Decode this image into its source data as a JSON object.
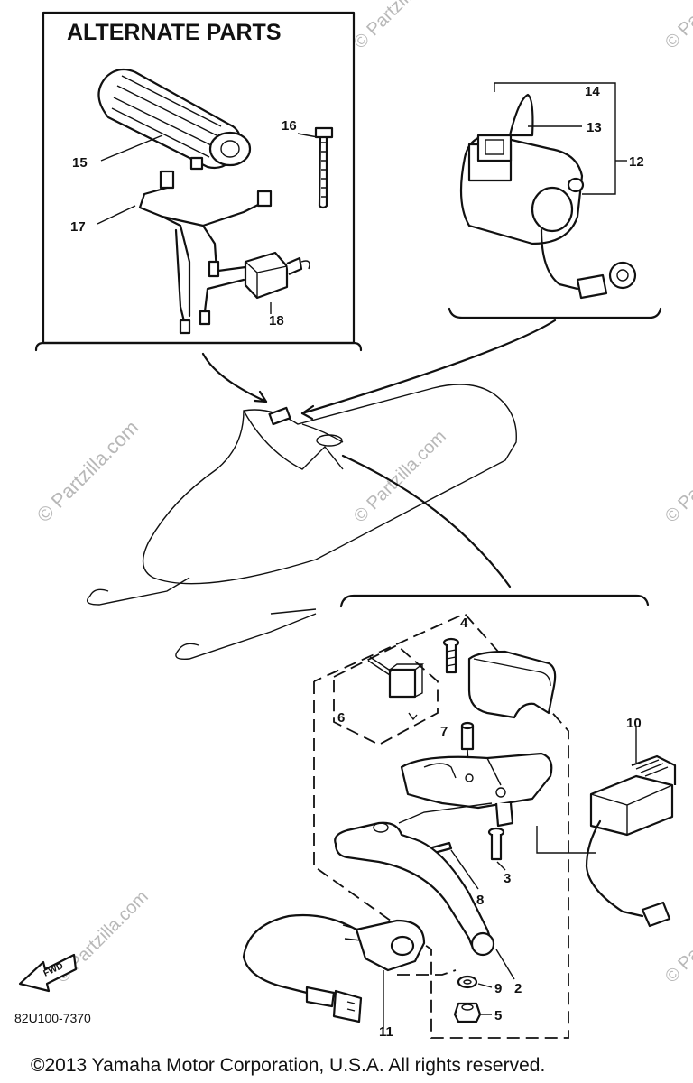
{
  "diagram": {
    "header": "ALTERNATE PARTS",
    "part_labels": {
      "p2": "2",
      "p3": "3",
      "p4": "4",
      "p5": "5",
      "p6": "6",
      "p7": "7",
      "p8": "8",
      "p9": "9",
      "p10": "10",
      "p11": "11",
      "p12": "12",
      "p13": "13",
      "p14": "14",
      "p15": "15",
      "p16": "16",
      "p17": "17",
      "p18": "18"
    },
    "fwd_label": "FWD",
    "diagram_code": "82U100-7370",
    "watermark": "© Partzilla.com",
    "copyright": "©2013 Yamaha Motor Corporation, U.S.A. All rights reserved."
  }
}
